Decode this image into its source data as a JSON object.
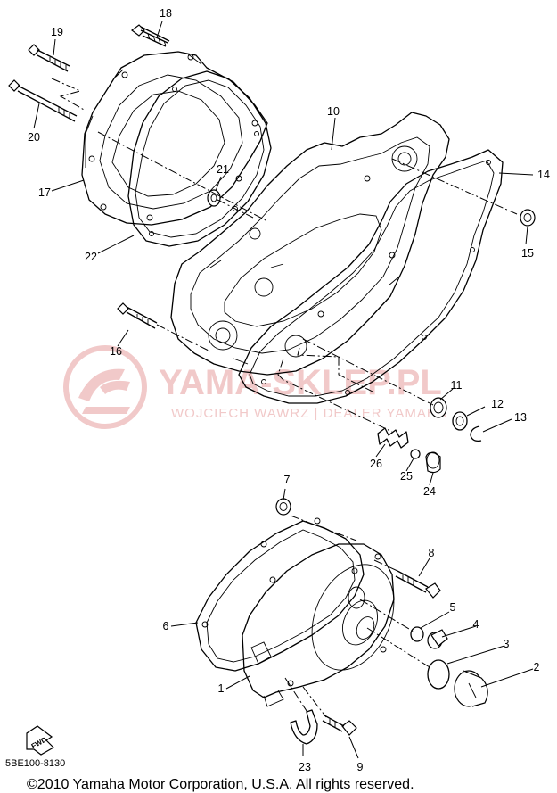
{
  "watermark": {
    "brand": "YAMA-SKLEP.PL",
    "dealer": "WOJCIECH WAWRZ | DEALER YAMAHA"
  },
  "diagram_code": "5BE100-8130",
  "copyright": "©2010 Yamaha Motor Corporation, U.S.A. All rights reserved.",
  "fwd_label": "FWD",
  "callouts": {
    "p1": "1",
    "p2": "2",
    "p3": "3",
    "p4": "4",
    "p5": "5",
    "p6": "6",
    "p7": "7",
    "p8": "8",
    "p9": "9",
    "p10": "10",
    "p11": "11",
    "p12": "12",
    "p13": "13",
    "p14": "14",
    "p15": "15",
    "p16": "16",
    "p17": "17",
    "p18": "18",
    "p19": "19",
    "p20": "20",
    "p21": "21",
    "p22": "22",
    "p23": "23",
    "p24": "24",
    "p25": "25",
    "p26": "26"
  }
}
